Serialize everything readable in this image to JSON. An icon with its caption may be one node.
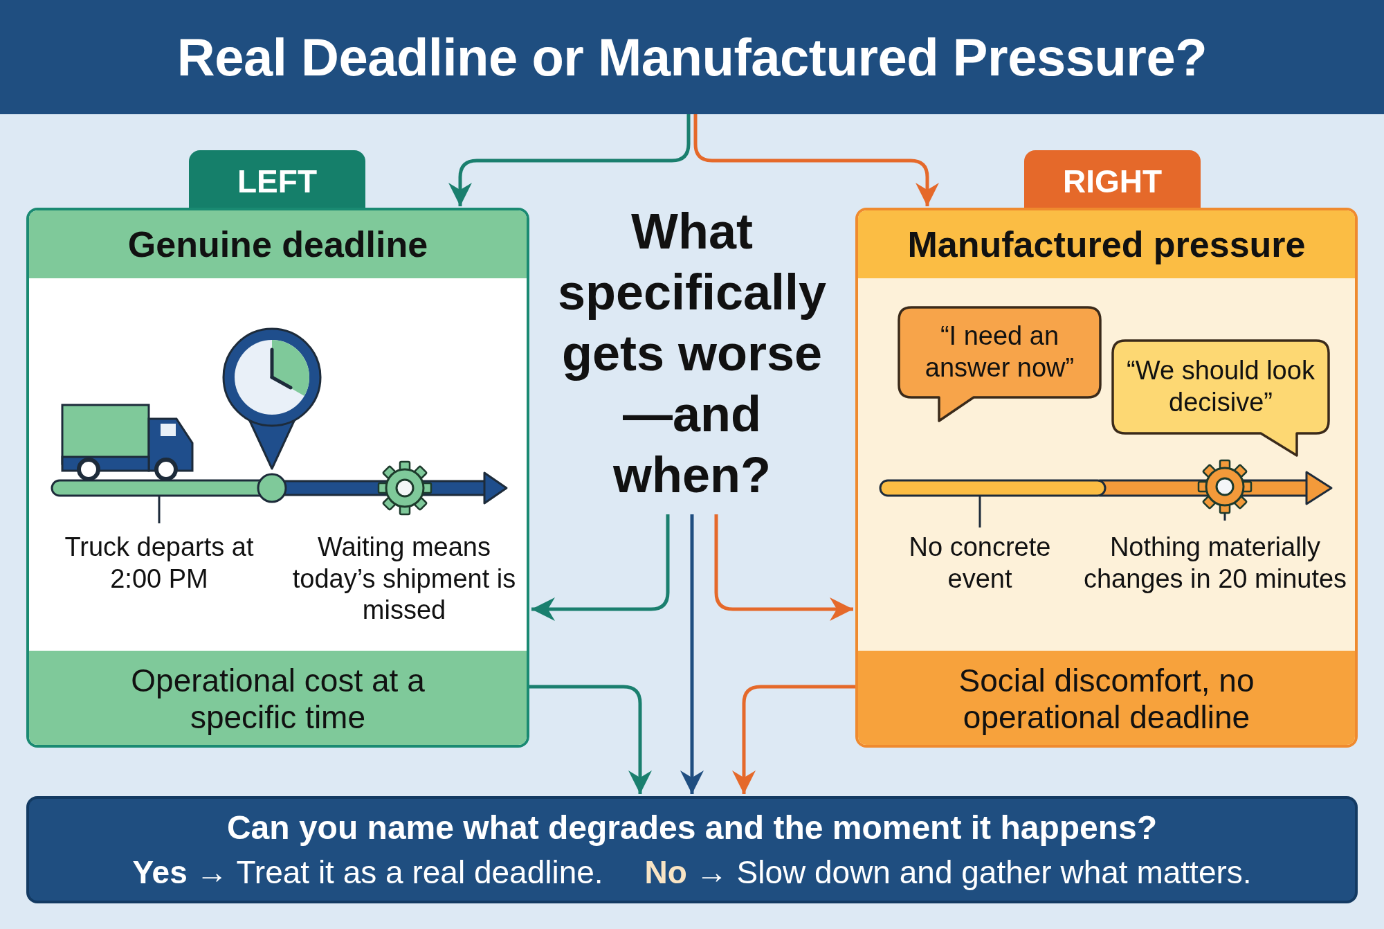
{
  "diagram": {
    "title": "Real Deadline or Manufactured Pressure?",
    "nodes": [
      {
        "text": [
          "LEFT"
        ]
      },
      {
        "text": [
          "Genuine deadline"
        ]
      },
      {
        "text": [
          "Operational cost at a specific time"
        ],
        "in": 1
      },
      {
        "text": [
          "What specifically gets worse—and when?"
        ]
      },
      {
        "text": [
          "RIGHT"
        ]
      },
      {
        "text": [
          "Manufactured pressure"
        ]
      },
      {
        "text": [
          "“I need an answer now”"
        ],
        "in": 5
      },
      {
        "text": [
          "“We should look decisive”"
        ],
        "in": 5
      },
      {
        "text": [
          "Social discomfort, no operational deadline"
        ],
        "in": 5
      },
      {
        "text": [
          "Can you name what degrades and the moment it happens?",
          "**Yes** → Treat it as a real deadline.",
          "**No** → Slow down and gather what matters."
        ]
      }
    ],
    "edges": [
      {
        "from": null,
        "to": 1,
        "arrow": "to",
        "color": "#1a7f6e"
      },
      {
        "from": null,
        "to": 5,
        "arrow": "to",
        "color": "#e5692a"
      },
      {
        "from": 3,
        "to": 1,
        "arrow": "to",
        "color": "#1a7f6e"
      },
      {
        "from": 3,
        "to": 9,
        "arrow": "to",
        "color": "#1f4e80"
      },
      {
        "from": 3,
        "to": 5,
        "arrow": "to",
        "color": "#e5692a"
      },
      {
        "from": 2,
        "to": 9,
        "arrow": "to",
        "color": "#1a7f6e"
      },
      {
        "from": 8,
        "to": 9,
        "arrow": "to",
        "color": "#e5692a"
      }
    ],
    "labels": [
      "Truck departs at 2:00 PM",
      "Waiting means today’s shipment is missed",
      "No concrete event",
      "Nothing materially changes in 20 minutes"
    ]
  }
}
